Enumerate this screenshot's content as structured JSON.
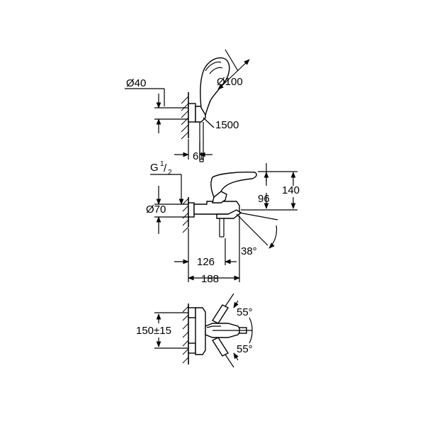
{
  "view1": {
    "dia40": "Ø40",
    "dia100": "Ø100",
    "len1500": "1500",
    "depth61": "61"
  },
  "view2": {
    "thread": "G",
    "thread_num": "1",
    "thread_den": "2",
    "dia70": "Ø70",
    "h96": "96",
    "h140": "140",
    "angle38": "38°",
    "w126": "126",
    "w188": "188"
  },
  "view3": {
    "spacing": "150±15",
    "angle_top": "55°",
    "angle_bottom": "55°"
  }
}
